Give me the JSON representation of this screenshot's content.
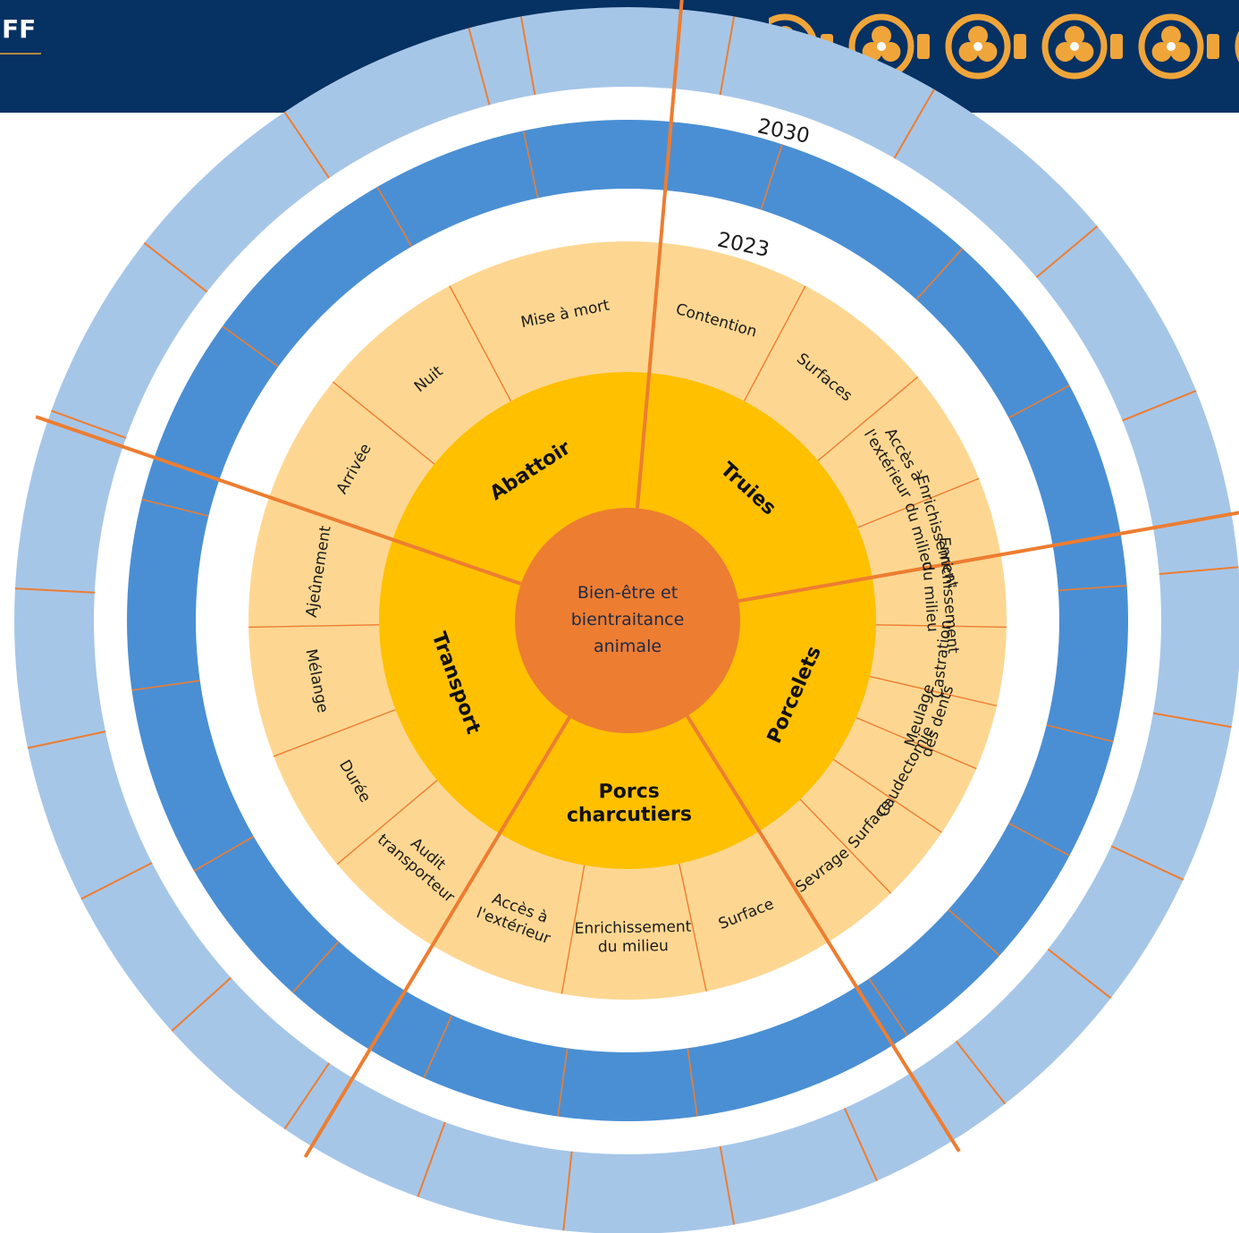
{
  "header": {
    "logo_text": "FF",
    "background_color": "#063163",
    "pattern_color": "#f0a53a",
    "pattern": "trefoil-chain-ornament"
  },
  "colors": {
    "outer_ring": "#a6c6e8",
    "middle_ring": "#4a8fd4",
    "sub_ring": "#fdd792",
    "category_ring": "#ffc000",
    "center": "#ed7d31",
    "divider": "#ed7d31"
  },
  "rings": {
    "inner_label": "2023",
    "outer_label": "2030"
  },
  "center": {
    "lines": [
      "Bien-être et",
      "bientraitance",
      "animale"
    ]
  },
  "categories": [
    {
      "name": "Truies",
      "lines": [
        "Truies"
      ],
      "subs": [
        {
          "lines": [
            "Contention"
          ]
        },
        {
          "lines": [
            "Surfaces"
          ]
        },
        {
          "lines": [
            "Accès à",
            "l'extérieur"
          ]
        },
        {
          "lines": [
            "Enrichissement",
            "du milieu"
          ]
        }
      ]
    },
    {
      "name": "Porcelets",
      "lines": [
        "Porcelets"
      ],
      "subs": [
        {
          "lines": [
            "Enrichissement",
            "du milieu"
          ]
        },
        {
          "lines": [
            "Castration"
          ]
        },
        {
          "lines": [
            "Meulage",
            "des dents"
          ]
        },
        {
          "lines": [
            "Caudectomie"
          ]
        },
        {
          "lines": [
            "Surface"
          ]
        },
        {
          "lines": [
            "Sevrage"
          ]
        }
      ]
    },
    {
      "name": "Porcs charcutiers",
      "lines": [
        "Porcs",
        "charcutiers"
      ],
      "subs": [
        {
          "lines": [
            "Surface"
          ]
        },
        {
          "lines": [
            "Enrichissement",
            "du milieu"
          ]
        },
        {
          "lines": [
            "Accès à",
            "l'extérieur"
          ]
        }
      ]
    },
    {
      "name": "Transport",
      "lines": [
        "Transport"
      ],
      "subs": [
        {
          "lines": [
            "Audit",
            "transporteur"
          ]
        },
        {
          "lines": [
            "Durée"
          ]
        },
        {
          "lines": [
            "Mélange"
          ]
        },
        {
          "lines": [
            "Ajeûnement"
          ]
        }
      ]
    },
    {
      "name": "Abattoir",
      "lines": [
        "Abattoir"
      ],
      "subs": [
        {
          "lines": [
            "Arrivée"
          ]
        },
        {
          "lines": [
            "Nuit"
          ]
        },
        {
          "lines": [
            "Mise à mort"
          ]
        }
      ]
    }
  ]
}
